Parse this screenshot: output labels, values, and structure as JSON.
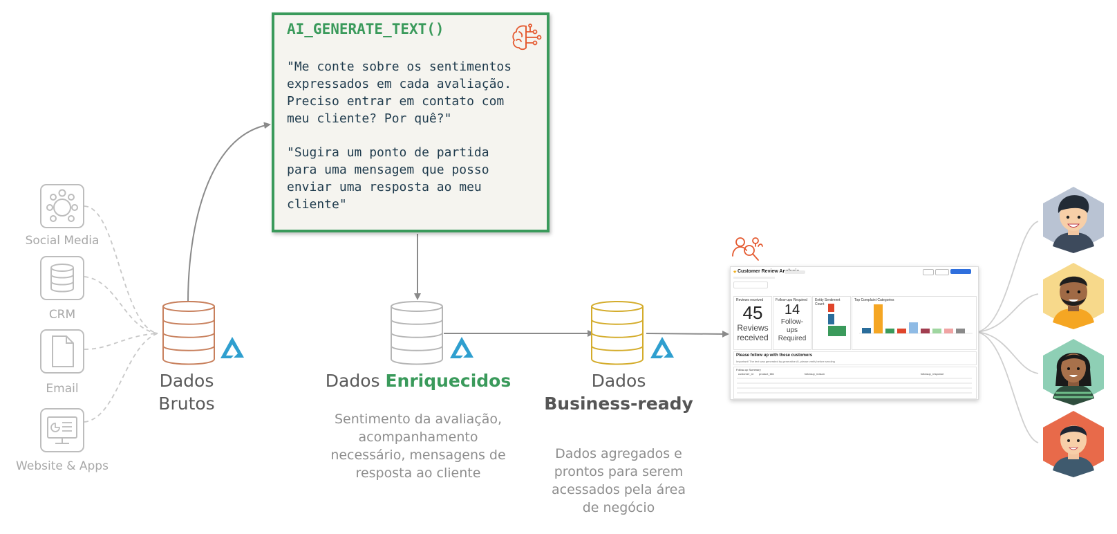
{
  "sources": [
    {
      "label": "Social Media",
      "icon": "social-media-icon"
    },
    {
      "label": "CRM",
      "icon": "database-icon"
    },
    {
      "label": "Email",
      "icon": "document-icon"
    },
    {
      "label": "Website & Apps",
      "icon": "monitor-icon"
    }
  ],
  "prompt": {
    "title": "AI_GENERATE_TEXT()",
    "paragraph1": "\"Me conte sobre os sentimentos\nexpressados em cada avaliação.\nPreciso entrar em contato com\nmeu cliente? Por quê?\"",
    "paragraph2": "\"Sugira um ponto de partida\npara uma mensagem que posso\nenviar uma resposta ao meu\ncliente\""
  },
  "stages": {
    "raw": {
      "line1": "Dados",
      "line2": "Brutos"
    },
    "enriched": {
      "prefix": "Dados ",
      "highlight": "Enriquecidos",
      "description": "Sentimento da avaliação,\nacompanhamento\nnecessário, mensagens de\nresposta ao cliente"
    },
    "business": {
      "line1": "Dados",
      "highlight": "Business-ready",
      "description": "Dados agregados e\nprontos para serem\nacessados pela área\nde negócio"
    }
  },
  "dashboard": {
    "title": "Customer Review Analysis",
    "kpi1": {
      "title": "Reviews received",
      "value": "45",
      "label": "Reviews\nreceived"
    },
    "kpi2": {
      "title": "Follow-ups Required",
      "value": "14",
      "label": "Follow-\nups\nRequired"
    },
    "chart1_title": "Entity Sentiment Count",
    "chart2_title": "Top Complaint Categories",
    "section_title": "Please follow up with these customers",
    "section_sub": "Important! The text was generated by generative AI, please verify before sending",
    "table_title": "Follow-up Summary",
    "table_headers": [
      "customer_id",
      "product_title",
      "followup_reason",
      "followup_response"
    ]
  },
  "colors": {
    "green": "#3a9a5b",
    "raw_db": "#c8805d",
    "enriched_db": "#b5b5b5",
    "business_db": "#d4ac2b",
    "logo_blue": "#2f9fcf",
    "accent_red": "#e4592f"
  }
}
